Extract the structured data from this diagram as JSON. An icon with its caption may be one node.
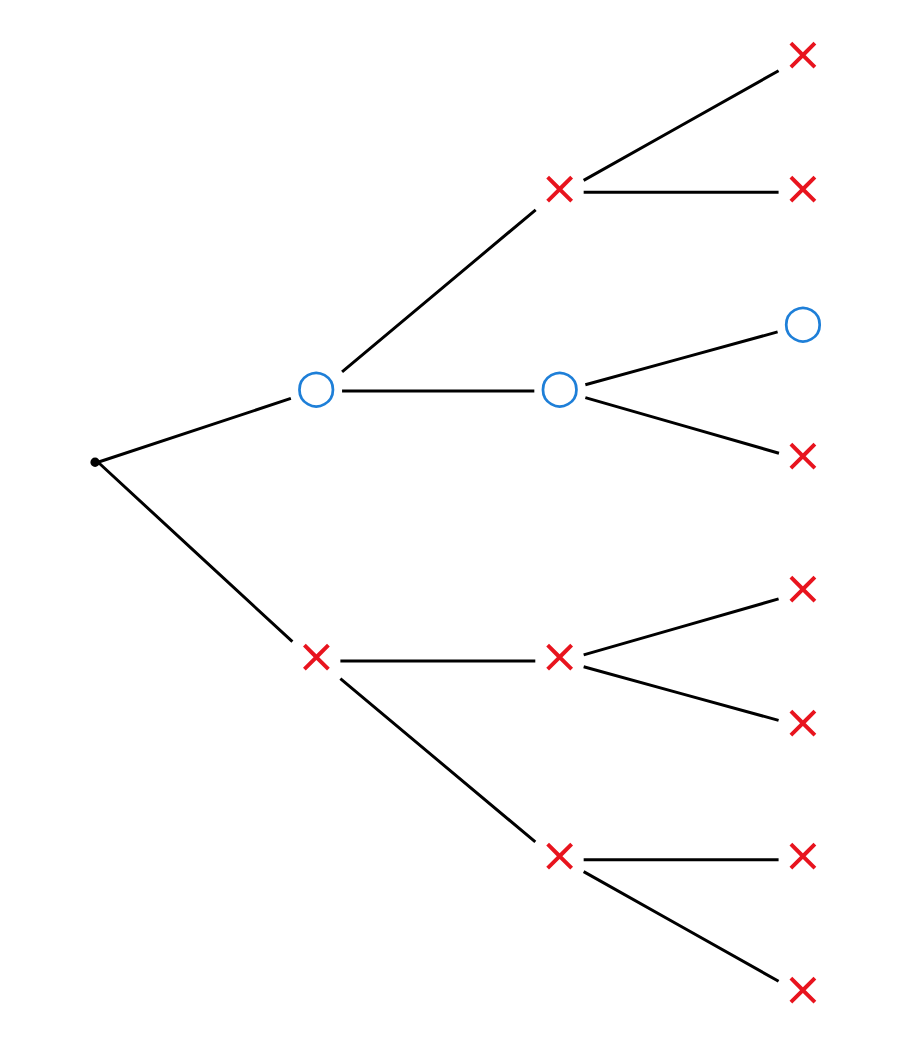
{
  "diagram": {
    "nodes": [
      {
        "text": [],
        "shape": "point"
      },
      {
        "text": [
          "○"
        ]
      },
      {
        "text": [
          "×"
        ]
      },
      {
        "text": [
          "×"
        ]
      },
      {
        "text": [
          "○"
        ]
      },
      {
        "text": [
          "×"
        ]
      },
      {
        "text": [
          "×"
        ]
      },
      {
        "text": [
          "×"
        ]
      },
      {
        "text": [
          "×"
        ]
      },
      {
        "text": [
          "○"
        ]
      },
      {
        "text": [
          "×"
        ]
      },
      {
        "text": [
          "×"
        ]
      },
      {
        "text": [
          "×"
        ]
      },
      {
        "text": [
          "×"
        ]
      },
      {
        "text": [
          "×"
        ]
      }
    ],
    "edges": [
      {
        "from": 0,
        "to": 1,
        "arrow": "none"
      },
      {
        "from": 0,
        "to": 2,
        "arrow": "none"
      },
      {
        "from": 1,
        "to": 3,
        "arrow": "none"
      },
      {
        "from": 1,
        "to": 4,
        "arrow": "none"
      },
      {
        "from": 2,
        "to": 5,
        "arrow": "none"
      },
      {
        "from": 2,
        "to": 6,
        "arrow": "none"
      },
      {
        "from": 3,
        "to": 7,
        "arrow": "none"
      },
      {
        "from": 3,
        "to": 8,
        "arrow": "none"
      },
      {
        "from": 4,
        "to": 9,
        "arrow": "none"
      },
      {
        "from": 4,
        "to": 10,
        "arrow": "none"
      },
      {
        "from": 5,
        "to": 11,
        "arrow": "none"
      },
      {
        "from": 5,
        "to": 12,
        "arrow": "none"
      },
      {
        "from": 6,
        "to": 13,
        "arrow": "none"
      },
      {
        "from": 6,
        "to": 14,
        "arrow": "none"
      }
    ]
  }
}
